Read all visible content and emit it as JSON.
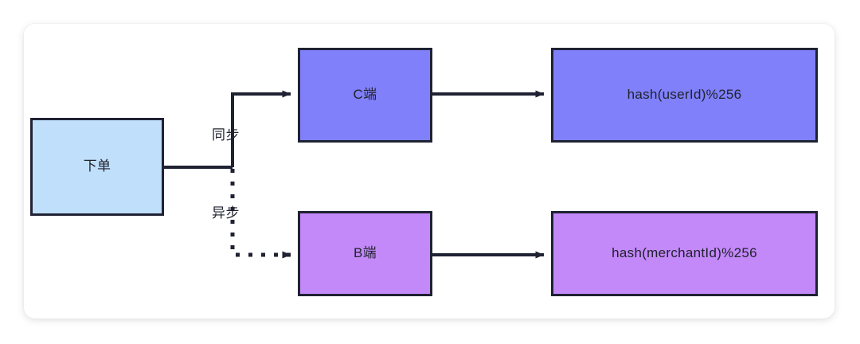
{
  "diagram": {
    "title": "order-routing-sharding-flow",
    "background_color": "#ffffff",
    "card_color": "#ffffff",
    "stroke_color": "#1f2233",
    "nodes": [
      {
        "id": "order",
        "label": "下单",
        "fill": "#c0dffa"
      },
      {
        "id": "c-side",
        "label": "C端",
        "fill": "#8080fa"
      },
      {
        "id": "hash-user",
        "label": "hash(userId)%256",
        "fill": "#8080fa"
      },
      {
        "id": "b-side",
        "label": "B端",
        "fill": "#c389f8"
      },
      {
        "id": "hash-merchant",
        "label": "hash(merchantId)%256",
        "fill": "#c389f8"
      }
    ],
    "edges": [
      {
        "id": "order-to-c",
        "label": "同步",
        "style": "solid"
      },
      {
        "id": "c-to-hash-user",
        "label": "",
        "style": "solid"
      },
      {
        "id": "order-to-b",
        "label": "异步",
        "style": "dotted"
      },
      {
        "id": "b-to-hash-merchant",
        "label": "",
        "style": "solid"
      }
    ]
  }
}
